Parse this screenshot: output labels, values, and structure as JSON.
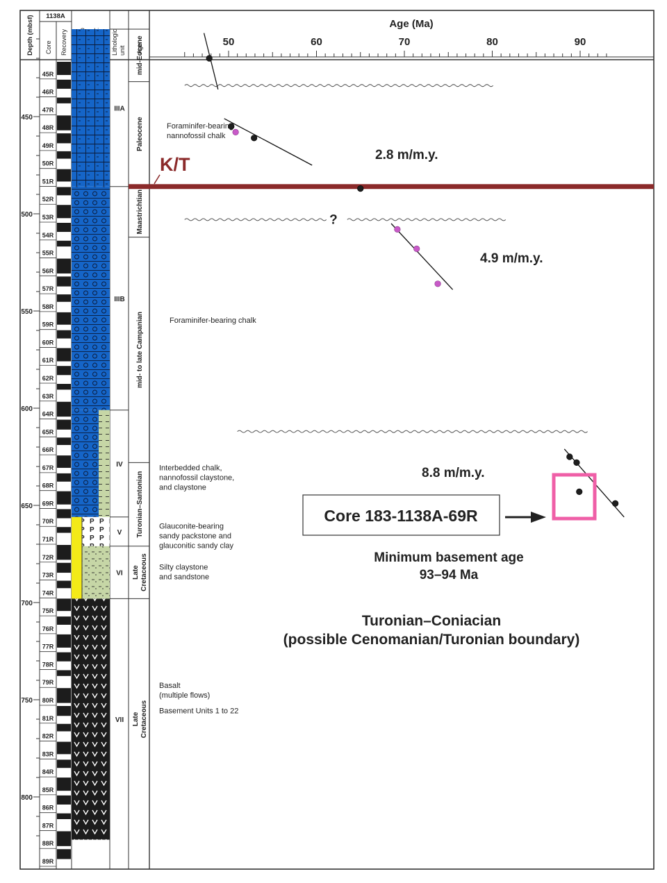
{
  "header": {
    "depth_label": "Depth (mbsf)",
    "hole": "1138A",
    "core_label": "Core",
    "recovery_label": "Recovery",
    "graphic_lithology_label": "Graphic lithology",
    "lithologic_unit_label": "Lithologic unit",
    "age_label": "Age"
  },
  "chart_data": {
    "type": "scatter",
    "title": "",
    "xlabel": "Age (Ma)",
    "ylabel": "Depth (mbsf)",
    "xlim": [
      45,
      93
    ],
    "ylim": [
      405,
      822
    ],
    "x_ticks": [
      50,
      60,
      70,
      80,
      90
    ],
    "y_ticks": [
      450,
      500,
      550,
      600,
      650,
      700,
      750,
      800
    ],
    "x_minor_step": 1,
    "y_minor_step": 10,
    "grid": false,
    "dot_colors": {
      "black": "#1e1e1e",
      "magenta": "#c85ac8"
    },
    "points": [
      {
        "x": 47.8,
        "y": 420,
        "c": "black"
      },
      {
        "x": 50.3,
        "y": 455,
        "c": "black"
      },
      {
        "x": 50.8,
        "y": 458,
        "c": "magenta"
      },
      {
        "x": 52.9,
        "y": 461,
        "c": "black"
      },
      {
        "x": 65.0,
        "y": 487,
        "c": "black"
      },
      {
        "x": 69.2,
        "y": 508,
        "c": "magenta"
      },
      {
        "x": 71.4,
        "y": 518,
        "c": "magenta"
      },
      {
        "x": 73.8,
        "y": 536,
        "c": "magenta"
      },
      {
        "x": 88.8,
        "y": 625,
        "c": "black"
      },
      {
        "x": 89.6,
        "y": 628,
        "c": "black"
      },
      {
        "x": 89.9,
        "y": 643,
        "c": "black"
      },
      {
        "x": 94.0,
        "y": 649,
        "c": "black"
      }
    ],
    "trend_lines": [
      {
        "label": "",
        "from": [
          47.2,
          407
        ],
        "to": [
          48.8,
          436
        ]
      },
      {
        "label": "2.8 m/m.y.",
        "from": [
          49.5,
          451
        ],
        "to": [
          59.5,
          475
        ]
      },
      {
        "label": "4.9 m/m.y.",
        "from": [
          68.5,
          505
        ],
        "to": [
          75.5,
          539
        ]
      },
      {
        "label": "8.8 m/m.y.",
        "from": [
          88.2,
          621
        ],
        "to": [
          95.0,
          656
        ]
      }
    ],
    "kt_boundary": {
      "label": "K/T",
      "depth": 486,
      "color": "#8b2a2a"
    },
    "unconformities": [
      {
        "depth": 434,
        "from_age": 45,
        "to_age": 80
      },
      {
        "depth": 503,
        "from_age": 45,
        "to_age": 61,
        "label": "?"
      },
      {
        "depth": 503,
        "from_age": 63.5,
        "to_age": 81
      },
      {
        "depth": 612,
        "from_age": 51,
        "to_age": 90.5
      }
    ]
  },
  "rates": {
    "rate_1": "2.8 m/m.y.",
    "rate_2": "4.9 m/m.y.",
    "rate_3": "8.8 m/m.y."
  },
  "annotations": {
    "core_box": "Core 183-1138A-69R",
    "min_basement_line1": "Minimum basement age",
    "min_basement_line2": "93–94 Ma",
    "turonian_line1": "Turonian–Coniacian",
    "turonian_line2": "(possible Cenomanian/Turonian boundary)",
    "highlight_color": "#ef5fa7"
  },
  "unit_descriptions": [
    {
      "lines": [
        "Foraminifer-bearing",
        "nannofossil chalk"
      ],
      "depth": 456
    },
    {
      "lines": [
        "Foraminifer-bearing chalk"
      ],
      "depth": 556
    },
    {
      "lines": [
        "Interbedded chalk,",
        "nannofossil claystone,",
        "and claystone"
      ],
      "depth": 632
    },
    {
      "lines": [
        "Glauconite-bearing",
        "sandy packstone and",
        "glauconitic sandy clay"
      ],
      "depth": 662
    },
    {
      "lines": [
        "Silty claystone",
        "and sandstone"
      ],
      "depth": 683
    },
    {
      "lines": [
        "Basalt",
        "(multiple flows)"
      ],
      "depth": 744
    },
    {
      "lines": [
        "Basement Units 1 to 22"
      ],
      "depth": 757
    }
  ],
  "cores": [
    "45R",
    "46R",
    "47R",
    "48R",
    "49R",
    "50R",
    "51R",
    "52R",
    "53R",
    "54R",
    "55R",
    "56R",
    "57R",
    "58R",
    "59R",
    "60R",
    "61R",
    "62R",
    "63R",
    "64R",
    "65R",
    "66R",
    "67R",
    "68R",
    "69R",
    "70R",
    "71R",
    "72R",
    "73R",
    "74R",
    "75R",
    "76R",
    "77R",
    "78R",
    "79R",
    "80R",
    "81R",
    "82R",
    "83R",
    "84R",
    "85R",
    "86R",
    "87R",
    "88R",
    "89R"
  ],
  "lith_units": [
    {
      "label": "IIIA",
      "top": 405,
      "bottom": 486
    },
    {
      "label": "IIIB",
      "top": 486,
      "bottom": 601
    },
    {
      "label": "IV",
      "top": 601,
      "bottom": 656
    },
    {
      "label": "V",
      "top": 656,
      "bottom": 671
    },
    {
      "label": "VI",
      "top": 671,
      "bottom": 698
    },
    {
      "label": "VII",
      "top": 698,
      "bottom": 822
    }
  ],
  "age_units": [
    {
      "label": "mid-Eocene",
      "top": 405,
      "bottom": 432
    },
    {
      "label": "Paleocene",
      "top": 432,
      "bottom": 486
    },
    {
      "label": "Maastrichtian",
      "top": 486,
      "bottom": 512
    },
    {
      "label": "mid- to late Campanian",
      "top": 512,
      "bottom": 628
    },
    {
      "label": "Turonian–Santonian",
      "top": 628,
      "bottom": 671
    },
    {
      "label": "Late Cretaceous",
      "top": 671,
      "bottom": 698
    },
    {
      "label": "Late Cretaceous",
      "top": 698,
      "bottom": 822
    }
  ],
  "lith_colors": {
    "chalk": "#1565c8",
    "claystone": "#c6d6a6",
    "glauconite": "#f3ea18",
    "basalt": "#1c1c1c"
  }
}
